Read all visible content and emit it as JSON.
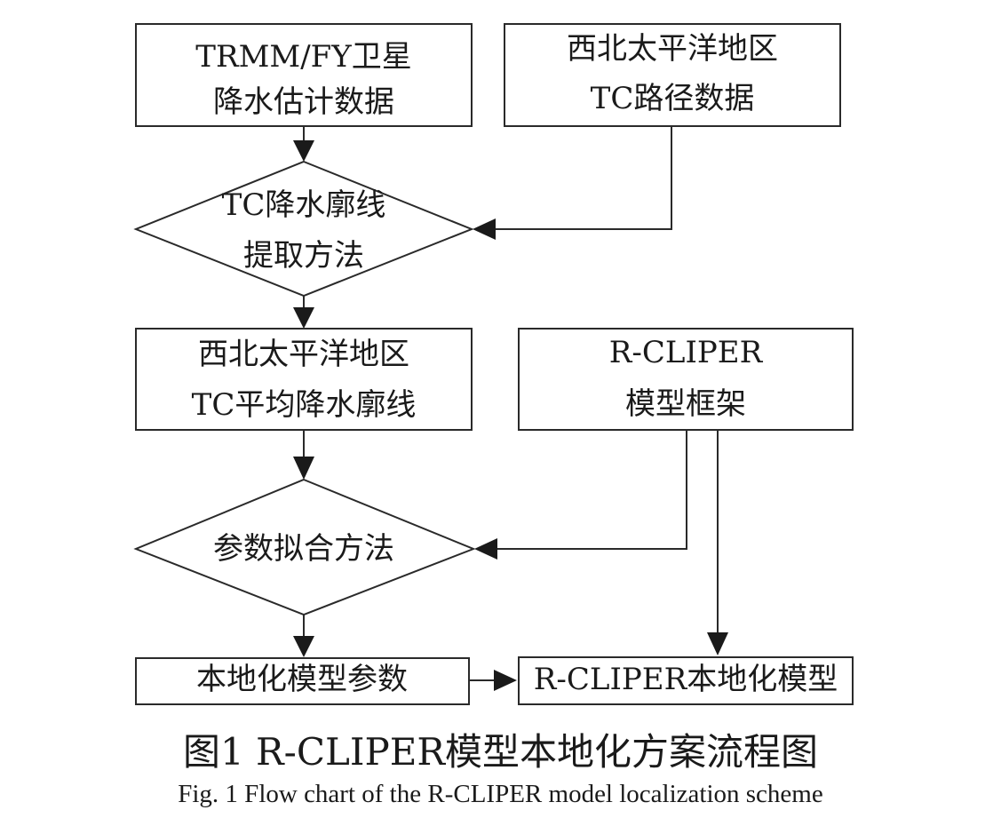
{
  "nodes": {
    "satellite_data": {
      "line1": "TRMM/FY卫星",
      "line2": "降水估计数据"
    },
    "tc_track_data": {
      "line1": "西北太平洋地区",
      "line2": "TC路径数据"
    },
    "profile_method": {
      "line1": "TC降水廓线",
      "line2": "提取方法"
    },
    "mean_profile": {
      "line1": "西北太平洋地区",
      "line2": "TC平均降水廓线"
    },
    "model_framework": {
      "line1": "R-CLIPER",
      "line2": "模型框架"
    },
    "fitting_method": {
      "line1": "参数拟合方法"
    },
    "local_params": {
      "line1": "本地化模型参数"
    },
    "local_model": {
      "line1": "R-CLIPER本地化模型"
    }
  },
  "caption": {
    "zh": "图1  R-CLIPER模型本地化方案流程图",
    "en": "Fig. 1 Flow chart of the R-CLIPER model localization scheme"
  }
}
